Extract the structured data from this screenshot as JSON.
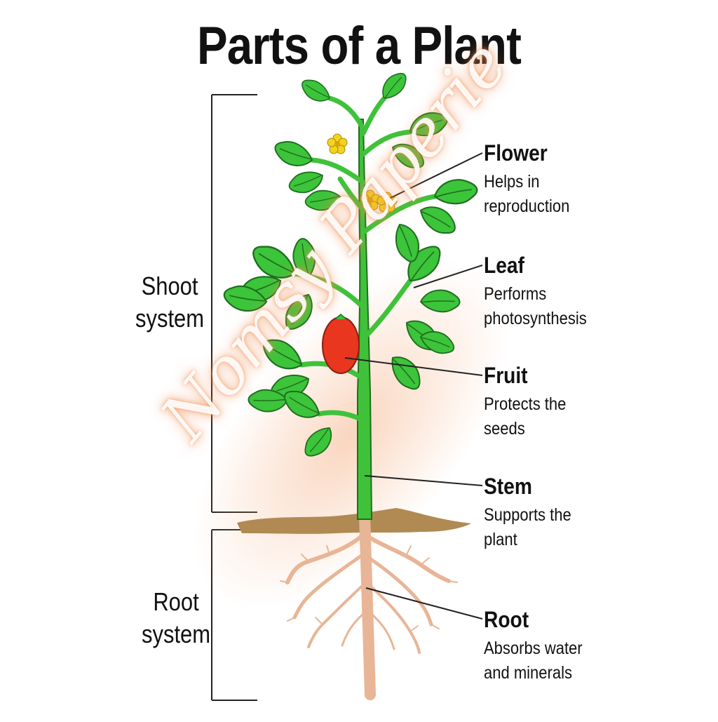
{
  "title": "Parts of a Plant",
  "systems": {
    "shoot": {
      "line1": "Shoot",
      "line2": "system"
    },
    "root": {
      "line1": "Root",
      "line2": "system"
    }
  },
  "parts": [
    {
      "name": "Flower",
      "desc1": "Helps in",
      "desc2": "reproduction"
    },
    {
      "name": "Leaf",
      "desc1": "Performs",
      "desc2": "photosynthesis"
    },
    {
      "name": "Fruit",
      "desc1": "Protects the",
      "desc2": "seeds"
    },
    {
      "name": "Stem",
      "desc1": "Supports the",
      "desc2": "plant"
    },
    {
      "name": "Root",
      "desc1": "Absorbs water",
      "desc2": "and minerals"
    }
  ],
  "watermark": "Nomsy Paperie",
  "colors": {
    "leaf": "#3cc43a",
    "leaf_outline": "#1f6e1f",
    "stem": "#3fc23a",
    "fruit": "#e8361f",
    "flower": "#f5d21e",
    "root": "#f2c4a8",
    "soil": "#b08a52"
  }
}
